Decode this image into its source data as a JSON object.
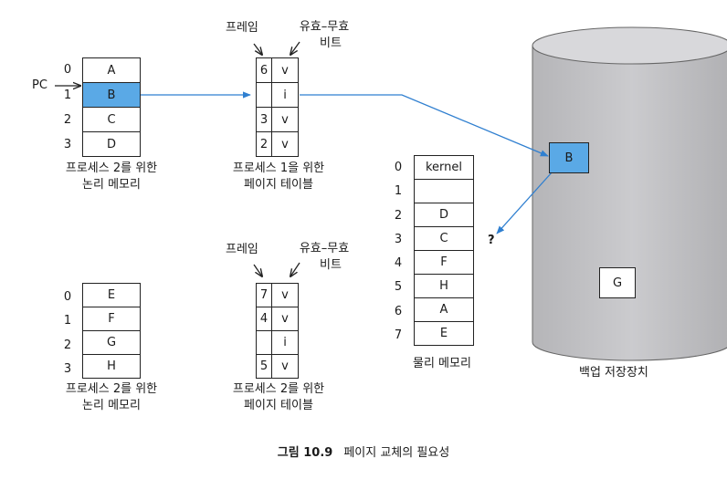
{
  "logical_memory_1": {
    "pages": [
      {
        "index": "0",
        "content": "A"
      },
      {
        "index": "1",
        "content": "B"
      },
      {
        "index": "2",
        "content": "C"
      },
      {
        "index": "3",
        "content": "D"
      }
    ],
    "caption_line1": "프로세스 2를 위한",
    "caption_line2": "논리 메모리",
    "pc_label": "PC"
  },
  "page_table_1": {
    "header_frame": "프레임",
    "header_valid_line1": "유효–무효",
    "header_valid_line2": "비트",
    "rows": [
      {
        "frame": "6",
        "bit": "v"
      },
      {
        "frame": "",
        "bit": "i"
      },
      {
        "frame": "3",
        "bit": "v"
      },
      {
        "frame": "2",
        "bit": "v"
      }
    ],
    "caption_line1": "프로세스 1을 위한",
    "caption_line2": "페이지 테이블"
  },
  "physical_memory": {
    "frames": [
      {
        "index": "0",
        "content": "kernel"
      },
      {
        "index": "1",
        "content": ""
      },
      {
        "index": "2",
        "content": "D"
      },
      {
        "index": "3",
        "content": "C"
      },
      {
        "index": "4",
        "content": "F"
      },
      {
        "index": "5",
        "content": "H"
      },
      {
        "index": "6",
        "content": "A"
      },
      {
        "index": "7",
        "content": "E"
      }
    ],
    "caption": "물리 메모리",
    "question_mark": "?"
  },
  "logical_memory_2": {
    "pages": [
      {
        "index": "0",
        "content": "E"
      },
      {
        "index": "1",
        "content": "F"
      },
      {
        "index": "2",
        "content": "G"
      },
      {
        "index": "3",
        "content": "H"
      }
    ],
    "caption_line1": "프로세스 2를 위한",
    "caption_line2": "논리 메모리"
  },
  "page_table_2": {
    "header_frame": "프레임",
    "header_valid_line1": "유효–무효",
    "header_valid_line2": "비트",
    "rows": [
      {
        "frame": "7",
        "bit": "v"
      },
      {
        "frame": "4",
        "bit": "v"
      },
      {
        "frame": "",
        "bit": "i"
      },
      {
        "frame": "5",
        "bit": "v"
      }
    ],
    "caption_line1": "프로세스 2를 위한",
    "caption_line2": "페이지 테이블"
  },
  "backing_store": {
    "caption": "백업 저장장치",
    "block_b": "B",
    "block_g": "G"
  },
  "figure_caption": {
    "number": "그림 10.9",
    "text": "페이지 교체의 필요성"
  },
  "colors": {
    "arrow": "#2f7fd0",
    "selected_page": "#5aa9e6",
    "cylinder": "#c3c3c6"
  }
}
